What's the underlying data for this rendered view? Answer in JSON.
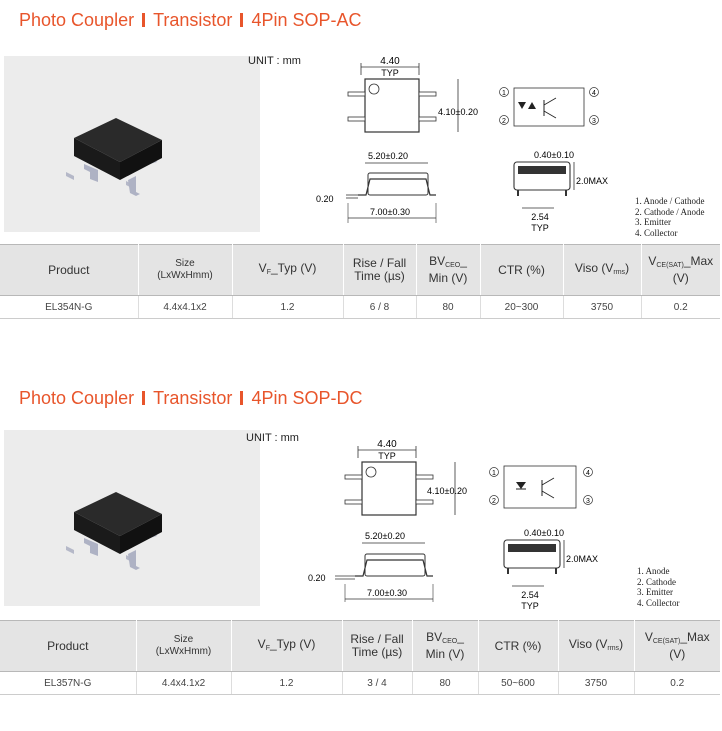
{
  "sections": [
    {
      "title_parts": [
        "Photo Coupler",
        "Transistor",
        "4Pin SOP-AC"
      ],
      "unit": "UNIT : mm",
      "dims": {
        "top_width": "4.40",
        "top_width_note": "TYP",
        "height": "4.10±0.20",
        "body_length": "5.20±0.20",
        "lead_thickness": "0.20",
        "overall_length": "7.00±0.30",
        "lead_width": "0.40±0.10",
        "max_height": "2.0MAX",
        "pitch": "2.54",
        "pitch_note": "TYP"
      },
      "pin_numbers": [
        "1",
        "2",
        "3",
        "4"
      ],
      "pins": [
        "1. Anode / Cathode",
        "2. Cathode / Anode",
        "3. Emitter",
        "4. Collector"
      ],
      "table": {
        "headers": {
          "product": "Product",
          "size": "Size",
          "size_sub": "(LxWxHmm)",
          "vf_pre": "V",
          "vf_sub": "F",
          "vf_post": "_Typ (V)",
          "rise": "Rise / Fall",
          "rise2": "Time (µs)",
          "bv_pre": "BV",
          "bv_sub": "CEO",
          "bv_post": "_",
          "bv2": "Min (V)",
          "ctr": "CTR (%)",
          "viso_pre": "Viso (V",
          "viso_sub": "rms",
          "viso_post": ")",
          "vce_pre": "V",
          "vce_sub": "CE(SAT)",
          "vce_post": "_Max",
          "vce2": "(V)"
        },
        "row": [
          "EL354N-G",
          "4.4x4.1x2",
          "1.2",
          "6 / 8",
          "80",
          "20~300",
          "3750",
          "0.2"
        ]
      }
    },
    {
      "title_parts": [
        "Photo Coupler",
        "Transistor",
        "4Pin SOP-DC"
      ],
      "unit": "UNIT : mm",
      "dims": {
        "top_width": "4.40",
        "top_width_note": "TYP",
        "height": "4.10±0.20",
        "body_length": "5.20±0.20",
        "lead_thickness": "0.20",
        "overall_length": "7.00±0.30",
        "lead_width": "0.40±0.10",
        "max_height": "2.0MAX",
        "pitch": "2.54",
        "pitch_note": "TYP"
      },
      "pin_numbers": [
        "1",
        "2",
        "3",
        "4"
      ],
      "pins": [
        "1. Anode",
        "2. Cathode",
        "3. Emitter",
        "4. Collector"
      ],
      "table": {
        "headers": {
          "product": "Product",
          "size": "Size",
          "size_sub": "(LxWxHmm)",
          "vf_pre": "V",
          "vf_sub": "F",
          "vf_post": "_Typ (V)",
          "rise": "Rise / Fall",
          "rise2": "Time (µs)",
          "bv_pre": "BV",
          "bv_sub": "CEO",
          "bv_post": "_",
          "bv2": "Min (V)",
          "ctr": "CTR (%)",
          "viso_pre": "Viso (V",
          "viso_sub": "rms",
          "viso_post": ")",
          "vce_pre": "V",
          "vce_sub": "CE(SAT)",
          "vce_post": "_Max",
          "vce2": "(V)"
        },
        "row": [
          "EL357N-G",
          "4.4x4.1x2",
          "1.2",
          "3 / 4",
          "80",
          "50~600",
          "3750",
          "0.2"
        ]
      }
    }
  ],
  "colors": {
    "title": "#e8552b",
    "header_bg": "#e4e4e4",
    "photo_bg": "#ececec"
  }
}
